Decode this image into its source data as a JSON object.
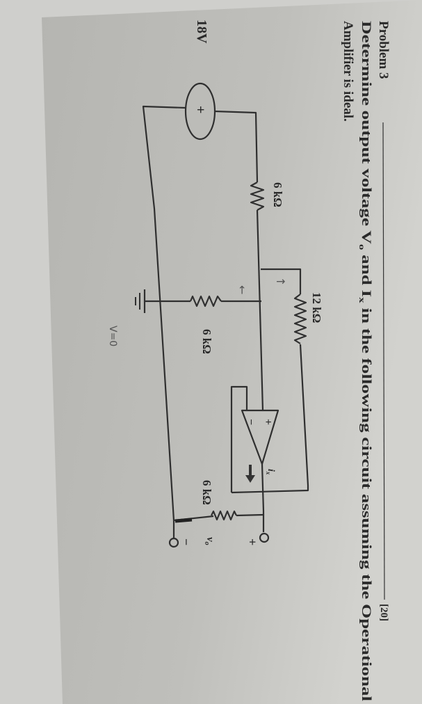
{
  "problem": {
    "title": "Problem 3",
    "marks": "[20]",
    "line1_a": "Determine output voltage V",
    "line1_sub_o": "o",
    "line1_b": " and I",
    "line1_sub_x": "x",
    "line1_c": " in the following circuit assuming the Operational",
    "line2": "Amplifier is ideal."
  },
  "circuit": {
    "source_label": "18V",
    "source_polarity": "+",
    "r_series_label": "6 kΩ",
    "r_feedback_label": "12 kΩ",
    "r_ground_label": "6 kΩ",
    "r_output_label": "6 kΩ",
    "opamp_plus": "+",
    "opamp_minus": "−",
    "current_label": "i",
    "current_sub": "x",
    "output_plus": "+",
    "output_minus": "−",
    "output_label": "v",
    "output_sub": "o",
    "handwritten_note": "V=0",
    "handwritten_arrow_up": "↑",
    "handwritten_arrow_left": "←"
  },
  "colors": {
    "paper": "#bdbdb8",
    "ink": "#2a2a2a"
  }
}
